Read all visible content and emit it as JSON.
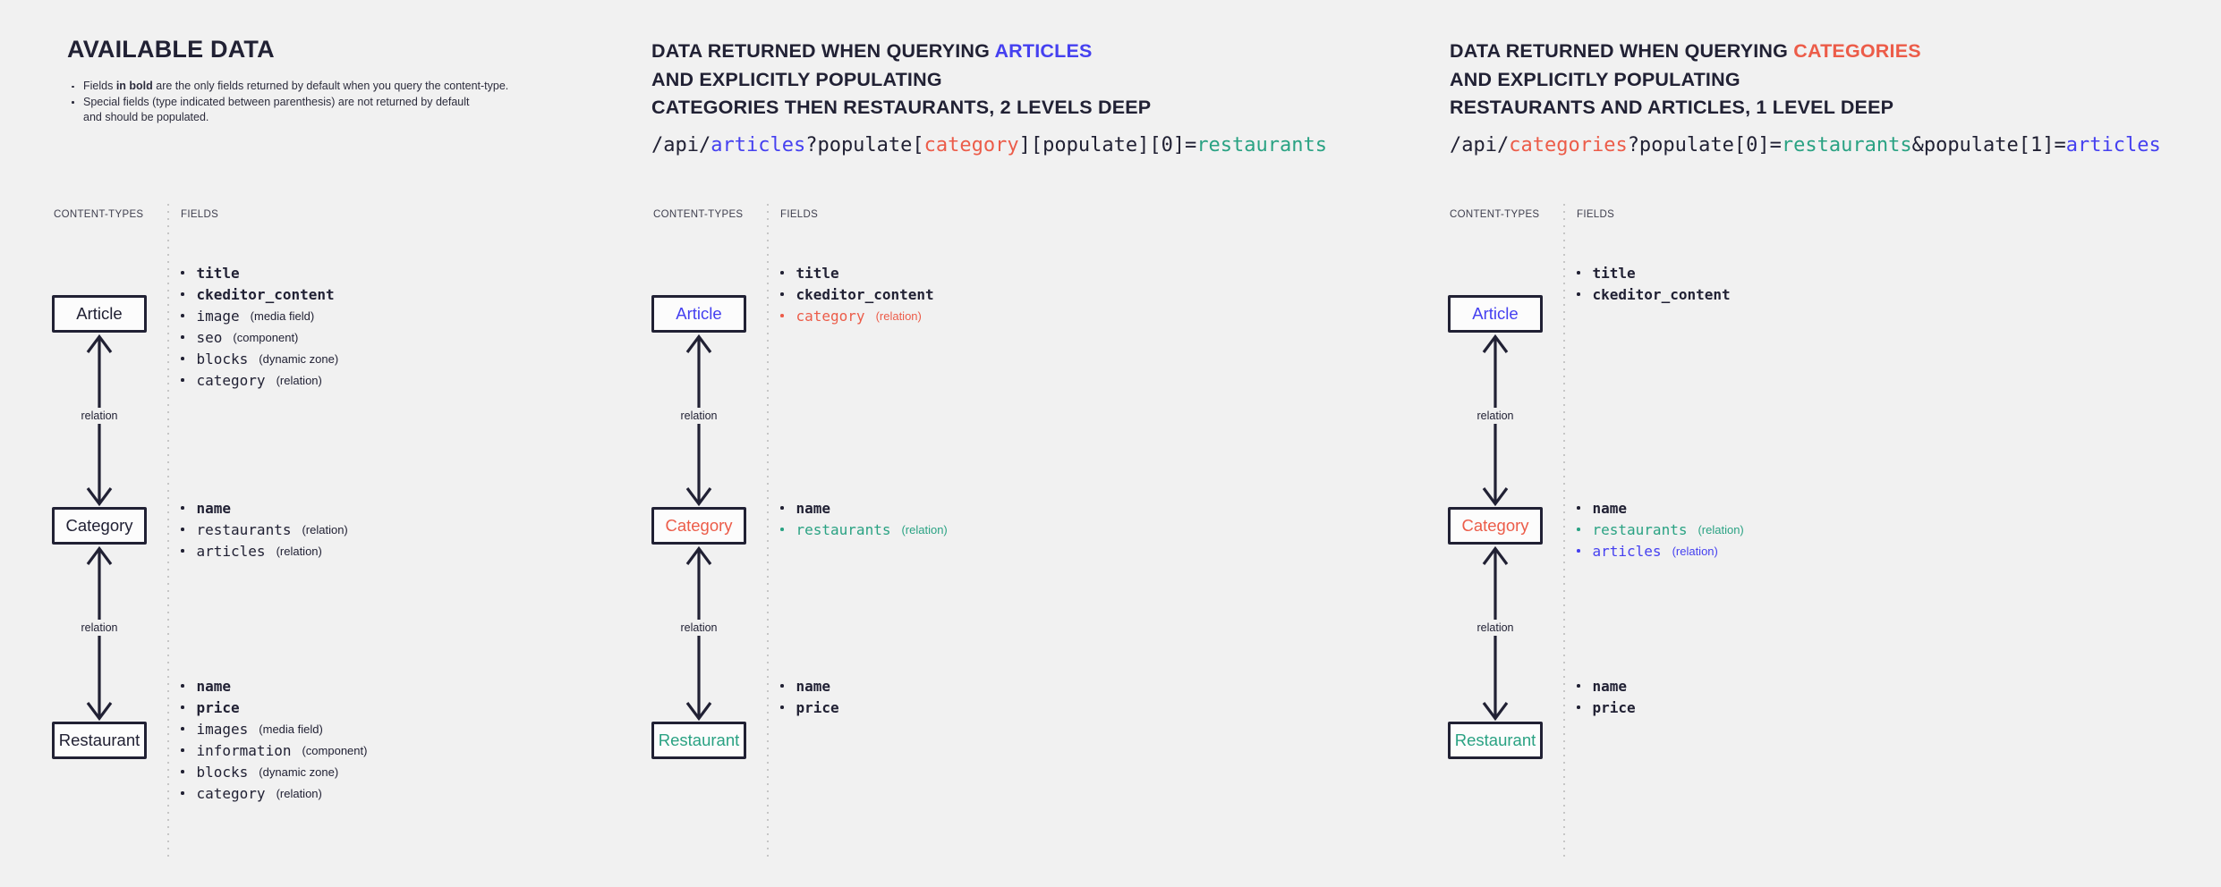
{
  "colors": {
    "background": "#f1f1f1",
    "dark": "#212134",
    "blue": "#4540f0",
    "red": "#ec5c49",
    "green": "#2aa283",
    "muted": "#3f3f4e",
    "box_fill": "#fcfcfc",
    "divider": "#c6c6c6"
  },
  "panels": [
    {
      "name": "available-data",
      "title_lines": [
        [
          {
            "t": "AVAILABLE DATA"
          }
        ]
      ],
      "notes": [
        {
          "parts": [
            {
              "t": "Fields "
            },
            {
              "t": "in bold",
              "b": true
            },
            {
              "t": " are the only fields returned by default when you query the content-type."
            }
          ]
        },
        {
          "parts": [
            {
              "t": "Special fields (type indicated between parenthesis) are not returned by default"
            }
          ]
        },
        {
          "parts": [
            {
              "t": "and should be populated."
            }
          ],
          "no_bullet": true
        }
      ],
      "headers": {
        "content_types": "CONTENT-TYPES",
        "fields": "FIELDS"
      },
      "relation_label": "relation",
      "boxes": [
        {
          "label": "Article",
          "color": "dark",
          "fields": [
            {
              "name": "title",
              "bold": true
            },
            {
              "name": "ckeditor_content",
              "bold": true
            },
            {
              "name": "image",
              "type": "(media field)"
            },
            {
              "name": "seo",
              "type": "(component)"
            },
            {
              "name": "blocks",
              "type": "(dynamic zone)"
            },
            {
              "name": "category",
              "type": "(relation)"
            }
          ]
        },
        {
          "label": "Category",
          "color": "dark",
          "fields": [
            {
              "name": "name",
              "bold": true
            },
            {
              "name": "restaurants",
              "type": "(relation)"
            },
            {
              "name": "articles",
              "type": "(relation)"
            }
          ]
        },
        {
          "label": "Restaurant",
          "color": "dark",
          "fields": [
            {
              "name": "name",
              "bold": true
            },
            {
              "name": "price",
              "bold": true
            },
            {
              "name": "images",
              "type": "(media field)"
            },
            {
              "name": "information",
              "type": "(component)"
            },
            {
              "name": "blocks",
              "type": "(dynamic zone)"
            },
            {
              "name": "category",
              "type": "(relation)"
            }
          ]
        }
      ]
    },
    {
      "name": "query-articles",
      "title_lines": [
        [
          {
            "t": "DATA RETURNED WHEN QUERYING "
          },
          {
            "t": "ARTICLES",
            "c": "blue"
          }
        ],
        [
          {
            "t": "AND EXPLICITLY POPULATING"
          }
        ],
        [
          {
            "t": "CATEGORIES THEN RESTAURANTS, 2 LEVELS DEEP"
          }
        ]
      ],
      "url_parts": [
        {
          "t": "/api/"
        },
        {
          "t": "articles",
          "c": "blue"
        },
        {
          "t": "?populate["
        },
        {
          "t": "category",
          "c": "red"
        },
        {
          "t": "][populate][0]="
        },
        {
          "t": "restaurants",
          "c": "green"
        }
      ],
      "headers": {
        "content_types": "CONTENT-TYPES",
        "fields": "FIELDS"
      },
      "relation_label": "relation",
      "boxes": [
        {
          "label": "Article",
          "color": "blue",
          "fields": [
            {
              "name": "title",
              "bold": true
            },
            {
              "name": "ckeditor_content",
              "bold": true
            },
            {
              "name": "category",
              "type": "(relation)",
              "color": "red"
            }
          ]
        },
        {
          "label": "Category",
          "color": "red",
          "fields": [
            {
              "name": "name",
              "bold": true
            },
            {
              "name": "restaurants",
              "type": "(relation)",
              "color": "green"
            }
          ]
        },
        {
          "label": "Restaurant",
          "color": "green",
          "fields": [
            {
              "name": "name",
              "bold": true
            },
            {
              "name": "price",
              "bold": true
            }
          ]
        }
      ]
    },
    {
      "name": "query-categories",
      "title_lines": [
        [
          {
            "t": "DATA RETURNED WHEN QUERYING "
          },
          {
            "t": "CATEGORIES",
            "c": "red"
          }
        ],
        [
          {
            "t": "AND EXPLICITLY POPULATING"
          }
        ],
        [
          {
            "t": "RESTAURANTS AND ARTICLES, 1 LEVEL DEEP"
          }
        ]
      ],
      "url_parts": [
        {
          "t": "/api/"
        },
        {
          "t": "categories",
          "c": "red"
        },
        {
          "t": "?populate[0]="
        },
        {
          "t": "restaurants",
          "c": "green"
        },
        {
          "t": "&populate[1]="
        },
        {
          "t": "articles",
          "c": "blue"
        }
      ],
      "headers": {
        "content_types": "CONTENT-TYPES",
        "fields": "FIELDS"
      },
      "relation_label": "relation",
      "boxes": [
        {
          "label": "Article",
          "color": "blue",
          "fields": [
            {
              "name": "title",
              "bold": true
            },
            {
              "name": "ckeditor_content",
              "bold": true
            }
          ]
        },
        {
          "label": "Category",
          "color": "red",
          "fields": [
            {
              "name": "name",
              "bold": true
            },
            {
              "name": "restaurants",
              "type": "(relation)",
              "color": "green"
            },
            {
              "name": "articles",
              "type": "(relation)",
              "color": "blue"
            }
          ]
        },
        {
          "label": "Restaurant",
          "color": "green",
          "fields": [
            {
              "name": "name",
              "bold": true
            },
            {
              "name": "price",
              "bold": true
            }
          ]
        }
      ]
    }
  ]
}
